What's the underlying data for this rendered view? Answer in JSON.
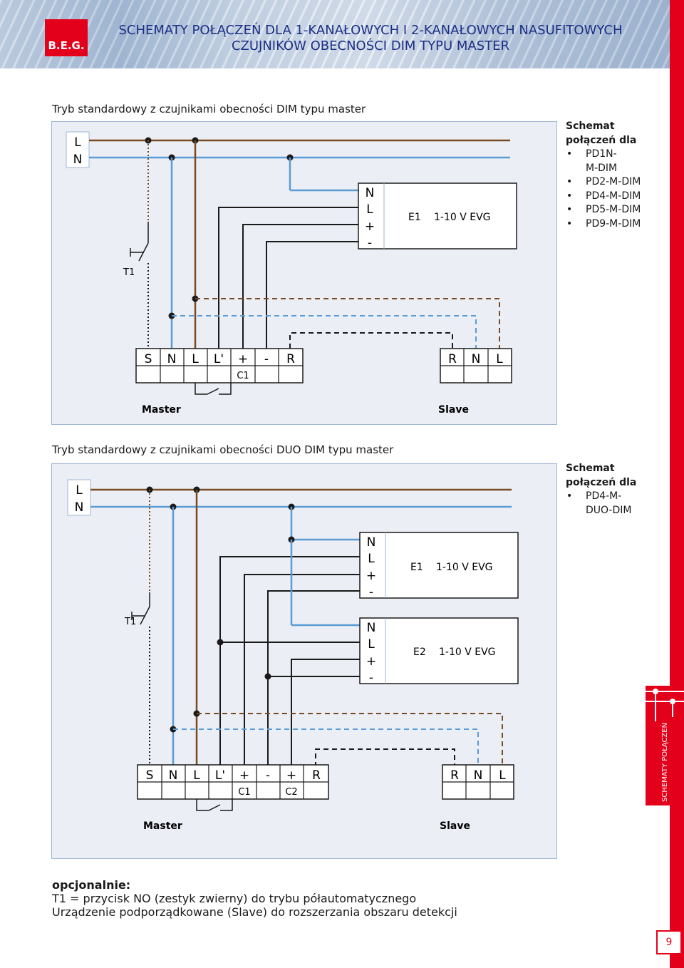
{
  "header": {
    "logo": "B.E.G.",
    "title_line1": "SCHEMATY POŁĄCZEŃ DLA 1-KANAŁOWYCH I 2-KANAŁOWYCH NASUFITOWYCH",
    "title_line2": "CZUJNIKÓW OBECNOŚCI DIM TYPU MASTER"
  },
  "colors": {
    "brand_red": "#e3001b",
    "wire_live": "#7a4a22",
    "wire_neutral": "#5b9bd5",
    "wire_control": "#1a1a1a"
  },
  "side_tab": {
    "label": "SCHEMATY POŁĄCZEŃ"
  },
  "page_number": "9",
  "diagram1": {
    "title": "Tryb standardowy z czujnikami obecności DIM typu master",
    "line_L": "L",
    "line_N": "N",
    "evg": {
      "terminals": [
        "N",
        "L",
        "+",
        "-"
      ],
      "id": "E1",
      "label": "1-10 V EVG"
    },
    "switch": "T1",
    "master_terminals": [
      "S",
      "N",
      "L",
      "L'",
      "+",
      "-",
      "R"
    ],
    "master_sub": "C1",
    "slave_terminals": [
      "R",
      "N",
      "L"
    ],
    "master_label": "Master",
    "slave_label": "Slave",
    "legend_title_1": "Schemat",
    "legend_title_2": "połączeń dla",
    "legend_items": [
      "PD1N-",
      "M-DIM",
      "PD2-M-DIM",
      "PD4-M-DIM",
      "PD5-M-DIM",
      "PD9-M-DIM"
    ]
  },
  "diagram2": {
    "title": "Tryb standardowy z czujnikami obecności DUO DIM typu master",
    "line_L": "L",
    "line_N": "N",
    "evg1": {
      "terminals": [
        "N",
        "L",
        "+",
        "-"
      ],
      "id": "E1",
      "label": "1-10 V EVG"
    },
    "evg2": {
      "terminals": [
        "N",
        "L",
        "+",
        "-"
      ],
      "id": "E2",
      "label": "1-10 V EVG"
    },
    "switch": "T1",
    "master_terminals": [
      "S",
      "N",
      "L",
      "L'",
      "+",
      "-",
      "+",
      "R"
    ],
    "master_sub1": "C1",
    "master_sub2": "C2",
    "slave_terminals": [
      "R",
      "N",
      "L"
    ],
    "master_label": "Master",
    "slave_label": "Slave",
    "legend_title_1": "Schemat",
    "legend_title_2": "połączeń dla",
    "legend_items": [
      "PD4-M-",
      "DUO-DIM"
    ]
  },
  "notes": {
    "title": "opcjonalnie:",
    "line1": "T1 = przycisk NO (zestyk zwierny) do trybu półautomatycznego",
    "line2": "Urządzenie podporządkowane (Slave) do rozszerzania obszaru detekcji"
  }
}
